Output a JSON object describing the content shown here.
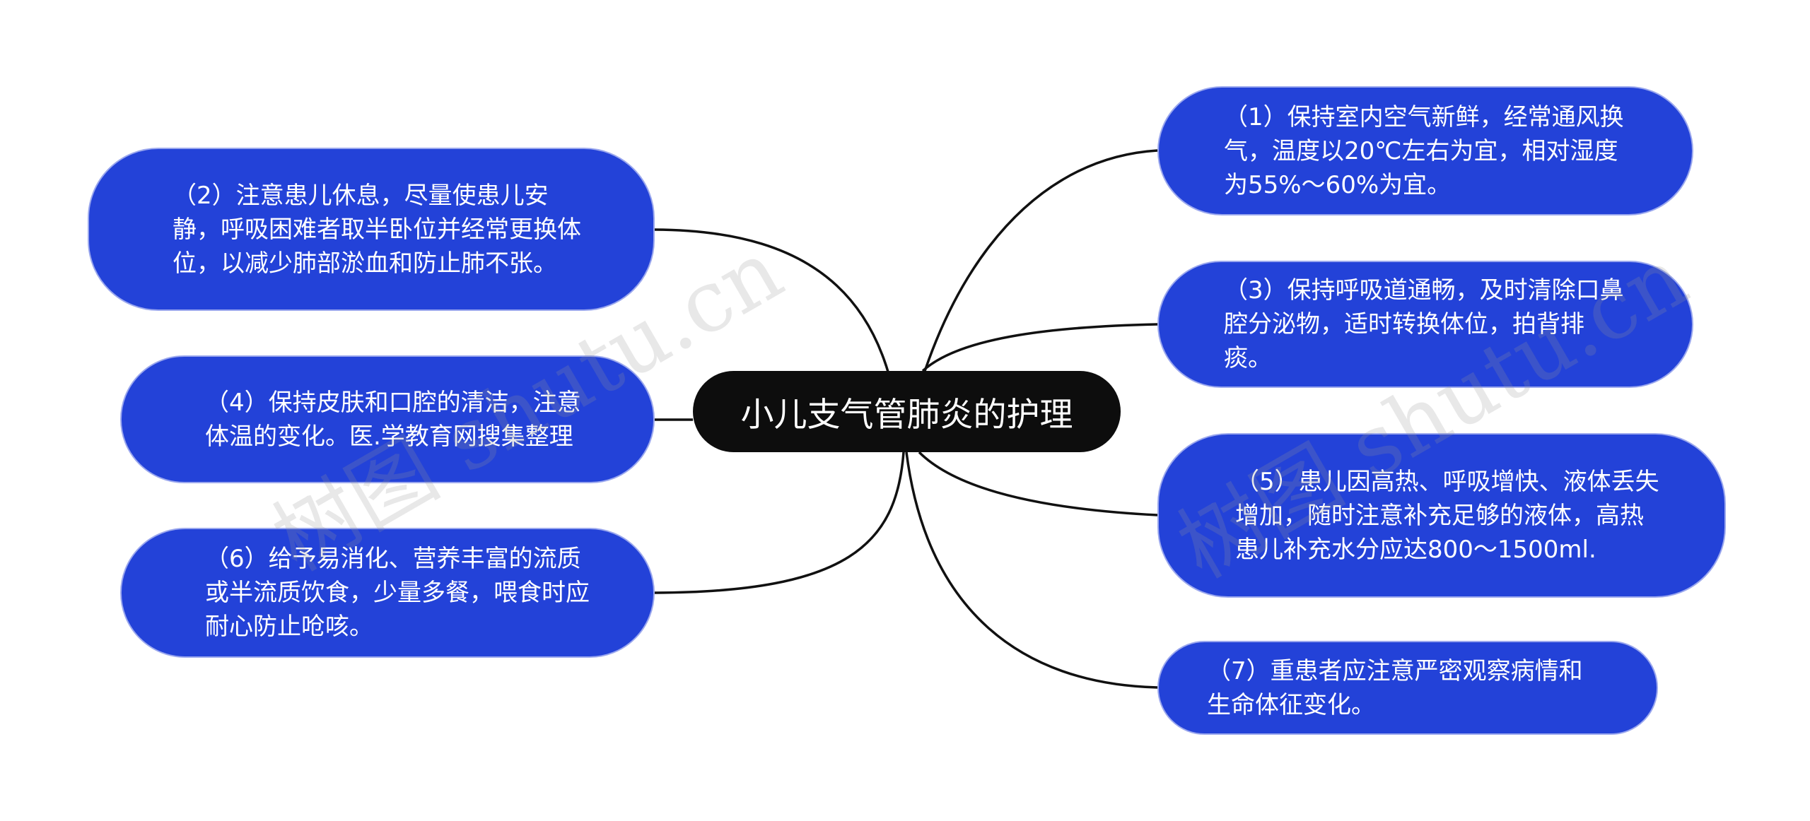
{
  "central_topic": "小儿支气管肺炎的护理",
  "nodes": {
    "n1": "（1）保持室内空气新鲜，经常通风换气，温度以20℃左右为宜，相对湿度为55%～60%为宜。",
    "n2": "（2）注意患儿休息，尽量使患儿安静，呼吸困难者取半卧位并经常更换体位，以减少肺部淤血和防止肺不张。",
    "n3": "（3）保持呼吸道通畅，及时清除口鼻腔分泌物，适时转换体位，拍背排痰。",
    "n4": "（4）保持皮肤和口腔的清洁，注意体温的变化。医.学教育网搜集整理",
    "n5": "（5）患儿因高热、呼吸增快、液体丢失增加，随时注意补充足够的液体，高热患儿补充水分应达800～1500ml.",
    "n6": "（6）给予易消化、营养丰富的流质或半流质饮食，少量多餐，喂食时应耐心防止呛咳。",
    "n7": "（7）重患者应注意严密观察病情和生命体征变化。"
  },
  "watermark": {
    "left": "树图 shutu.cn",
    "right": "树图 shutu.cn"
  },
  "colors": {
    "central_fill": "#0d0d0d",
    "node_fill": "#2342d8",
    "connector": "#111111"
  }
}
